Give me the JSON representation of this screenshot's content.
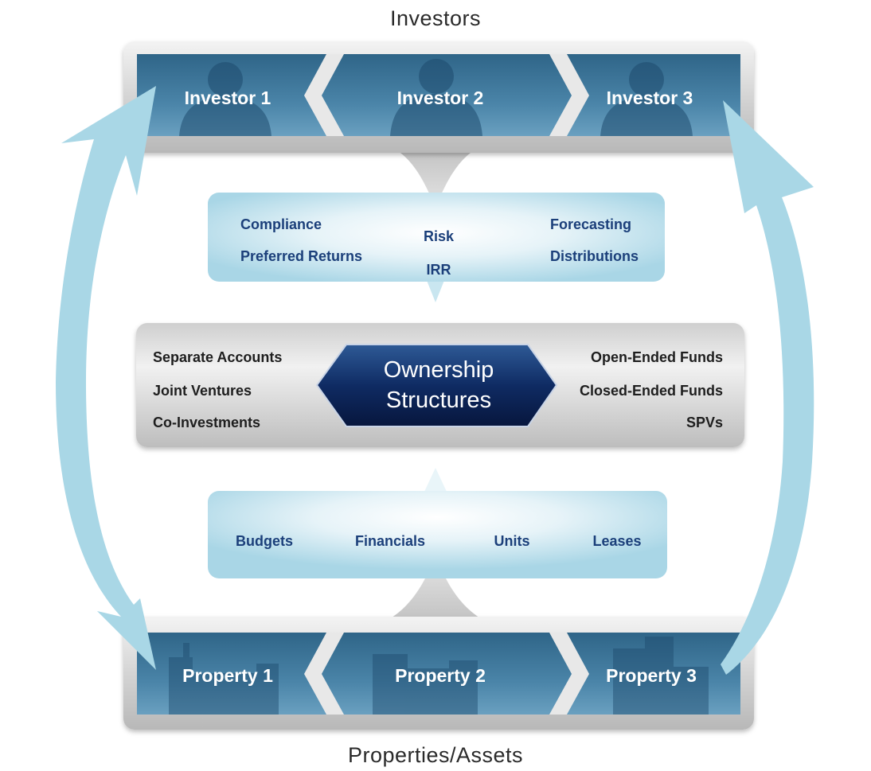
{
  "diagram": {
    "top_title": "Investors",
    "bottom_title": "Properties/Assets",
    "investors": [
      {
        "label": "Investor 1",
        "icon": "person-silhouette-icon"
      },
      {
        "label": "Investor 2",
        "icon": "person-silhouette-icon"
      },
      {
        "label": "Investor 3",
        "icon": "person-silhouette-icon"
      }
    ],
    "investor_services": {
      "left": [
        "Compliance",
        "Preferred Returns"
      ],
      "center": [
        "Risk",
        "IRR"
      ],
      "right": [
        "Forecasting",
        "Distributions"
      ]
    },
    "ownership": {
      "center_line1": "Ownership",
      "center_line2": "Structures",
      "left": [
        "Separate Accounts",
        "Joint Ventures",
        "Co-Investments"
      ],
      "right": [
        "Open-Ended Funds",
        "Closed-Ended Funds",
        "SPVs"
      ]
    },
    "property_data": [
      "Budgets",
      "Financials",
      "Units",
      "Leases"
    ],
    "properties": [
      {
        "label": "Property 1",
        "icon": "building-icon"
      },
      {
        "label": "Property 2",
        "icon": "building-icon"
      },
      {
        "label": "Property 3",
        "icon": "building-icon"
      }
    ],
    "colors": {
      "cycle_arrow": "#a9d7e6",
      "panel_blue": "#356d92",
      "hexagon": "#0a1d4a",
      "label_blue": "#1b3f7a"
    }
  }
}
